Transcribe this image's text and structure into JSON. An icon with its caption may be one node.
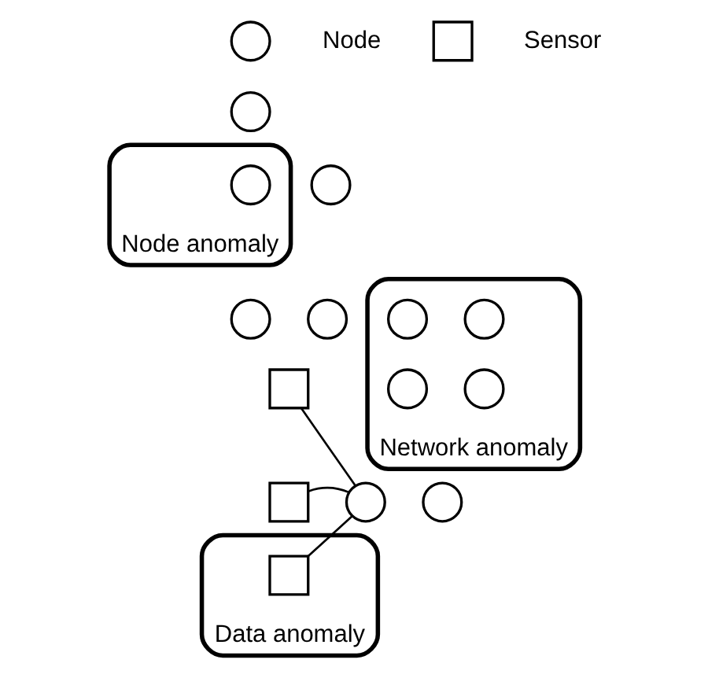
{
  "diagram": {
    "nodes": [
      {
        "text": [],
        "shape": "circle"
      },
      {
        "text": [],
        "shape": "box"
      },
      {
        "text": [],
        "shape": "circle"
      },
      {
        "text": [],
        "shape": "cloud",
        "beside": [
          "Node anomaly"
        ]
      },
      {
        "text": [],
        "shape": "circle",
        "in": 3
      },
      {
        "text": [],
        "shape": "circle"
      },
      {
        "text": [],
        "shape": "circle"
      },
      {
        "text": [],
        "shape": "circle"
      },
      {
        "text": [],
        "shape": "cloud",
        "beside": [
          "Network anomaly"
        ]
      },
      {
        "text": [],
        "shape": "circle",
        "in": 8
      },
      {
        "text": [],
        "shape": "circle",
        "in": 8
      },
      {
        "text": [],
        "shape": "circle",
        "in": 8
      },
      {
        "text": [],
        "shape": "circle",
        "in": 8
      },
      {
        "text": [],
        "shape": "box"
      },
      {
        "text": [],
        "shape": "box"
      },
      {
        "text": [],
        "shape": "circle"
      },
      {
        "text": [],
        "shape": "circle"
      },
      {
        "text": [],
        "shape": "cloud",
        "beside": [
          "Data anomaly"
        ]
      },
      {
        "text": [],
        "shape": "box",
        "in": 17
      }
    ],
    "edges": [
      {
        "from": 13,
        "to": 15,
        "arrow": "none"
      },
      {
        "from": 14,
        "to": 15,
        "arrow": "none"
      },
      {
        "from": 18,
        "to": 15,
        "arrow": "none"
      }
    ],
    "legend": [
      {
        "text": "Node"
      },
      {
        "text": "Sensor"
      }
    ]
  }
}
